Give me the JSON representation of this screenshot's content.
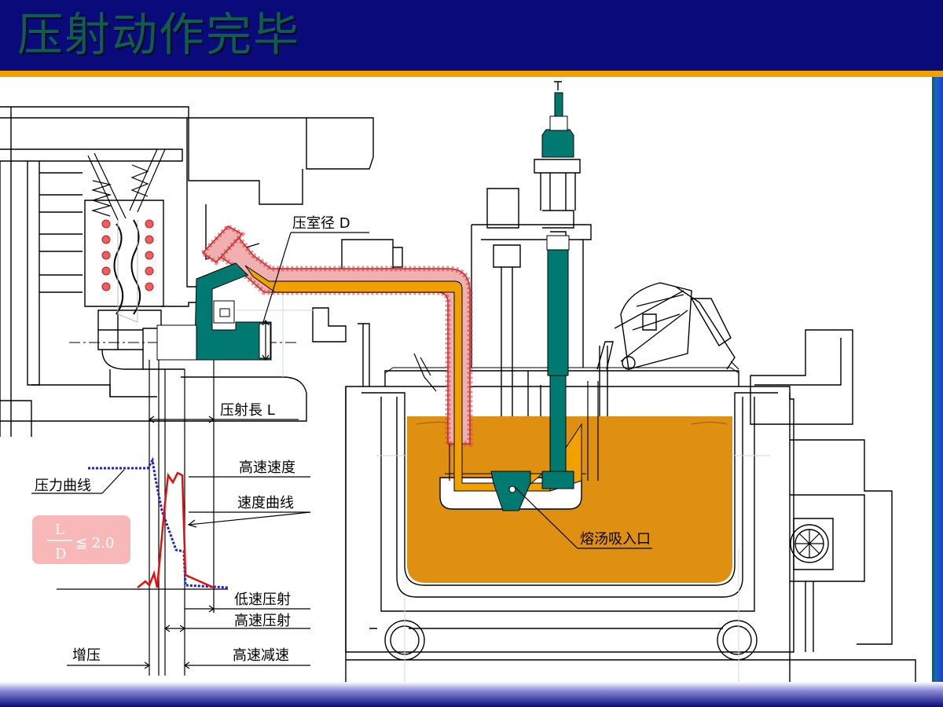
{
  "title": "压射动作完毕",
  "labels": {
    "chamber_diameter": "压室径 D",
    "shot_length": "压射長 L",
    "high_speed_velocity": "高速速度",
    "pressure_curve": "压力曲线",
    "speed_curve": "速度曲线",
    "melt_intake": "熔汤吸入口",
    "low_speed_shot": "低速压射",
    "high_speed_shot": "高速压射",
    "intensification": "增压",
    "high_speed_deceleration": "高速减速"
  },
  "ratio_box": {
    "numerator": "L",
    "denominator": "D",
    "condition": "≦ 2.0"
  },
  "colors": {
    "title_bar": "#0a0a7a",
    "title_text": "#0f5e4c",
    "accent_rule": "#f0a000",
    "melt": "#e09010",
    "teal": "#007a70",
    "heater_coil": "#e87878",
    "pressure_curve": "#2020d0",
    "speed_curve": "#e01010"
  }
}
